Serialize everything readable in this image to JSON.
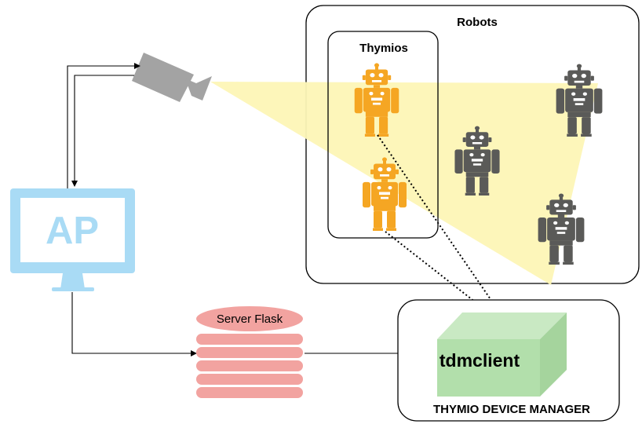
{
  "robots_group": {
    "title": "Robots"
  },
  "thymios_group": {
    "title": "Thymios"
  },
  "ap_monitor": {
    "label": "AP"
  },
  "server": {
    "label": "Server Flask"
  },
  "device_manager": {
    "title": "THYMIO DEVICE MANAGER",
    "client_label": "tdmclient"
  },
  "colors": {
    "thymio_robot": "#f5a623",
    "other_robot": "#5a5a58",
    "camera_view": "#fdf6b6",
    "monitor": "#a9dbf5",
    "server": "#f2a3a0",
    "tdmclient_box": "#b2dfab",
    "camera": "#a3a3a3"
  },
  "icons": [
    "video-camera-icon",
    "monitor-icon",
    "database-icon",
    "robot-icon",
    "box-3d-icon"
  ]
}
